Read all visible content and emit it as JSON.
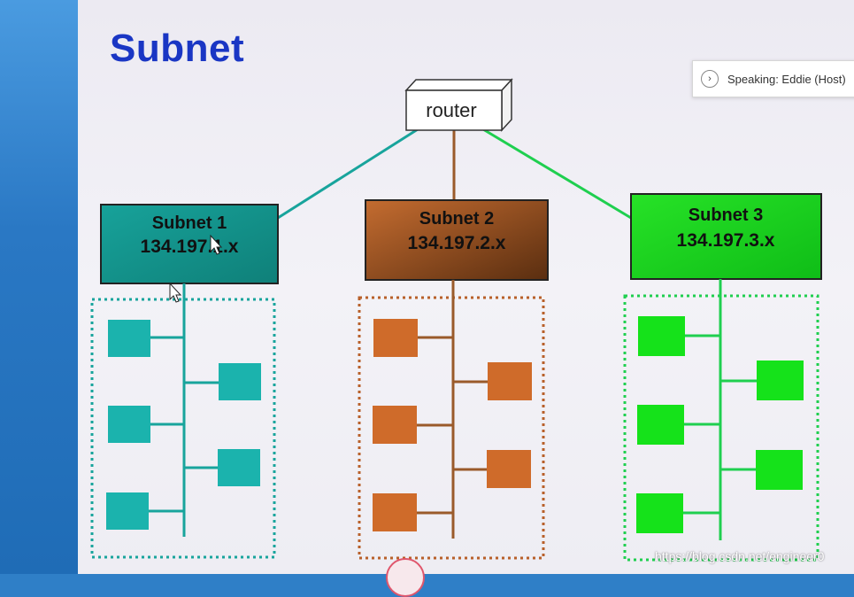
{
  "slide": {
    "title": "Subnet",
    "router_label": "router",
    "subnets": [
      {
        "name": "Subnet 1",
        "address": "134.197.1.x",
        "color": "#1aa39c",
        "line_color": "#18a49c",
        "host_color": "#1bb3ad"
      },
      {
        "name": "Subnet 2",
        "address": "134.197.2.x",
        "color": "#b8602a",
        "line_color": "#9a5a2a",
        "host_color": "#cf6b2a"
      },
      {
        "name": "Subnet 3",
        "address": "134.197.3.x",
        "color": "#1fd61f",
        "line_color": "#1fcf4f",
        "host_color": "#15e21a"
      }
    ]
  },
  "meeting": {
    "speaking_text": "Speaking: Eddie (Host)",
    "expand_icon": "chevron-right-icon"
  },
  "watermark": "https://blog.csdn.net/engineer0"
}
